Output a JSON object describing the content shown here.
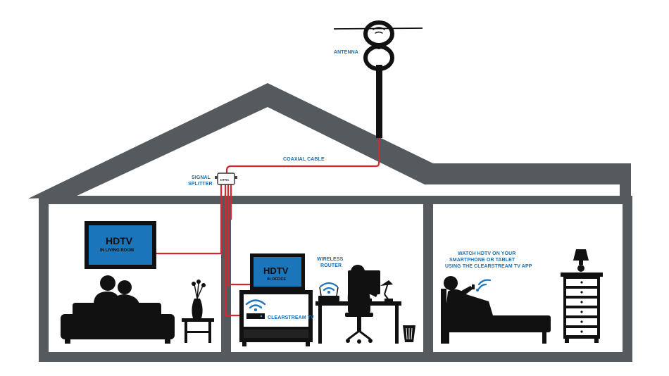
{
  "labels": {
    "antenna": "ANTENNA",
    "coaxial_cable": "COAXIAL CABLE",
    "signal_splitter_1": "SIGNAL",
    "signal_splitter_2": "SPLITTER",
    "wireless_router_1": "WIRELESS",
    "wireless_router_2": "ROUTER",
    "clearstream_tv": "CLEARSTREAM TV",
    "app_line1": "WATCH HDTV ON YOUR",
    "app_line2": "SMARTPHONE OR TABLET",
    "app_line3": "USING THE CLEARSTREAM TV APP"
  },
  "tv_living": {
    "title": "HDTV",
    "subtitle": "IN LIVING ROOM"
  },
  "tv_office": {
    "title": "HDTV",
    "subtitle": "IN OFFICE"
  },
  "splitter_text": "DTRC",
  "colors": {
    "house_wall": "#555a5f",
    "cable": "#d9262c",
    "label_blue": "#1a6fb3",
    "tv_screen": "#1b75bb",
    "silhouette": "#111111"
  }
}
